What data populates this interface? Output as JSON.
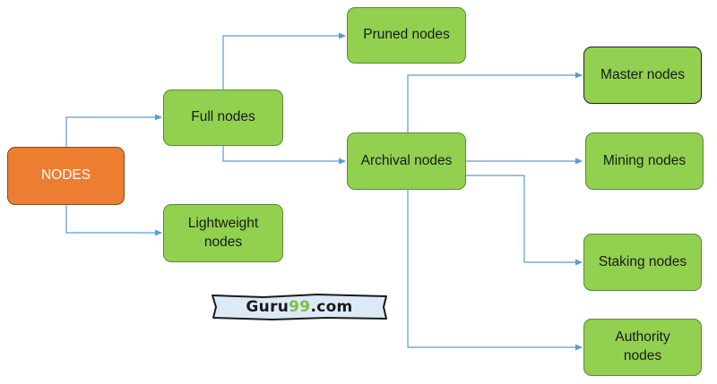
{
  "colors": {
    "root_fill": "#ed7d31",
    "node_fill": "#92d050",
    "connector": "#5b9bd5",
    "watermark_fill": "#dce9f7",
    "watermark_accent": "#7ac143"
  },
  "nodes": {
    "root": "NODES",
    "full": "Full nodes",
    "lightweight": {
      "line1": "Lightweight",
      "line2": "nodes"
    },
    "pruned": "Pruned nodes",
    "archival": "Archival nodes",
    "master": "Master nodes",
    "mining": "Mining nodes",
    "staking": "Staking nodes",
    "authority": {
      "line1": "Authority",
      "line2": "nodes"
    }
  },
  "watermark": {
    "prefix": "Guru",
    "number": "99",
    "suffix": ".com"
  }
}
